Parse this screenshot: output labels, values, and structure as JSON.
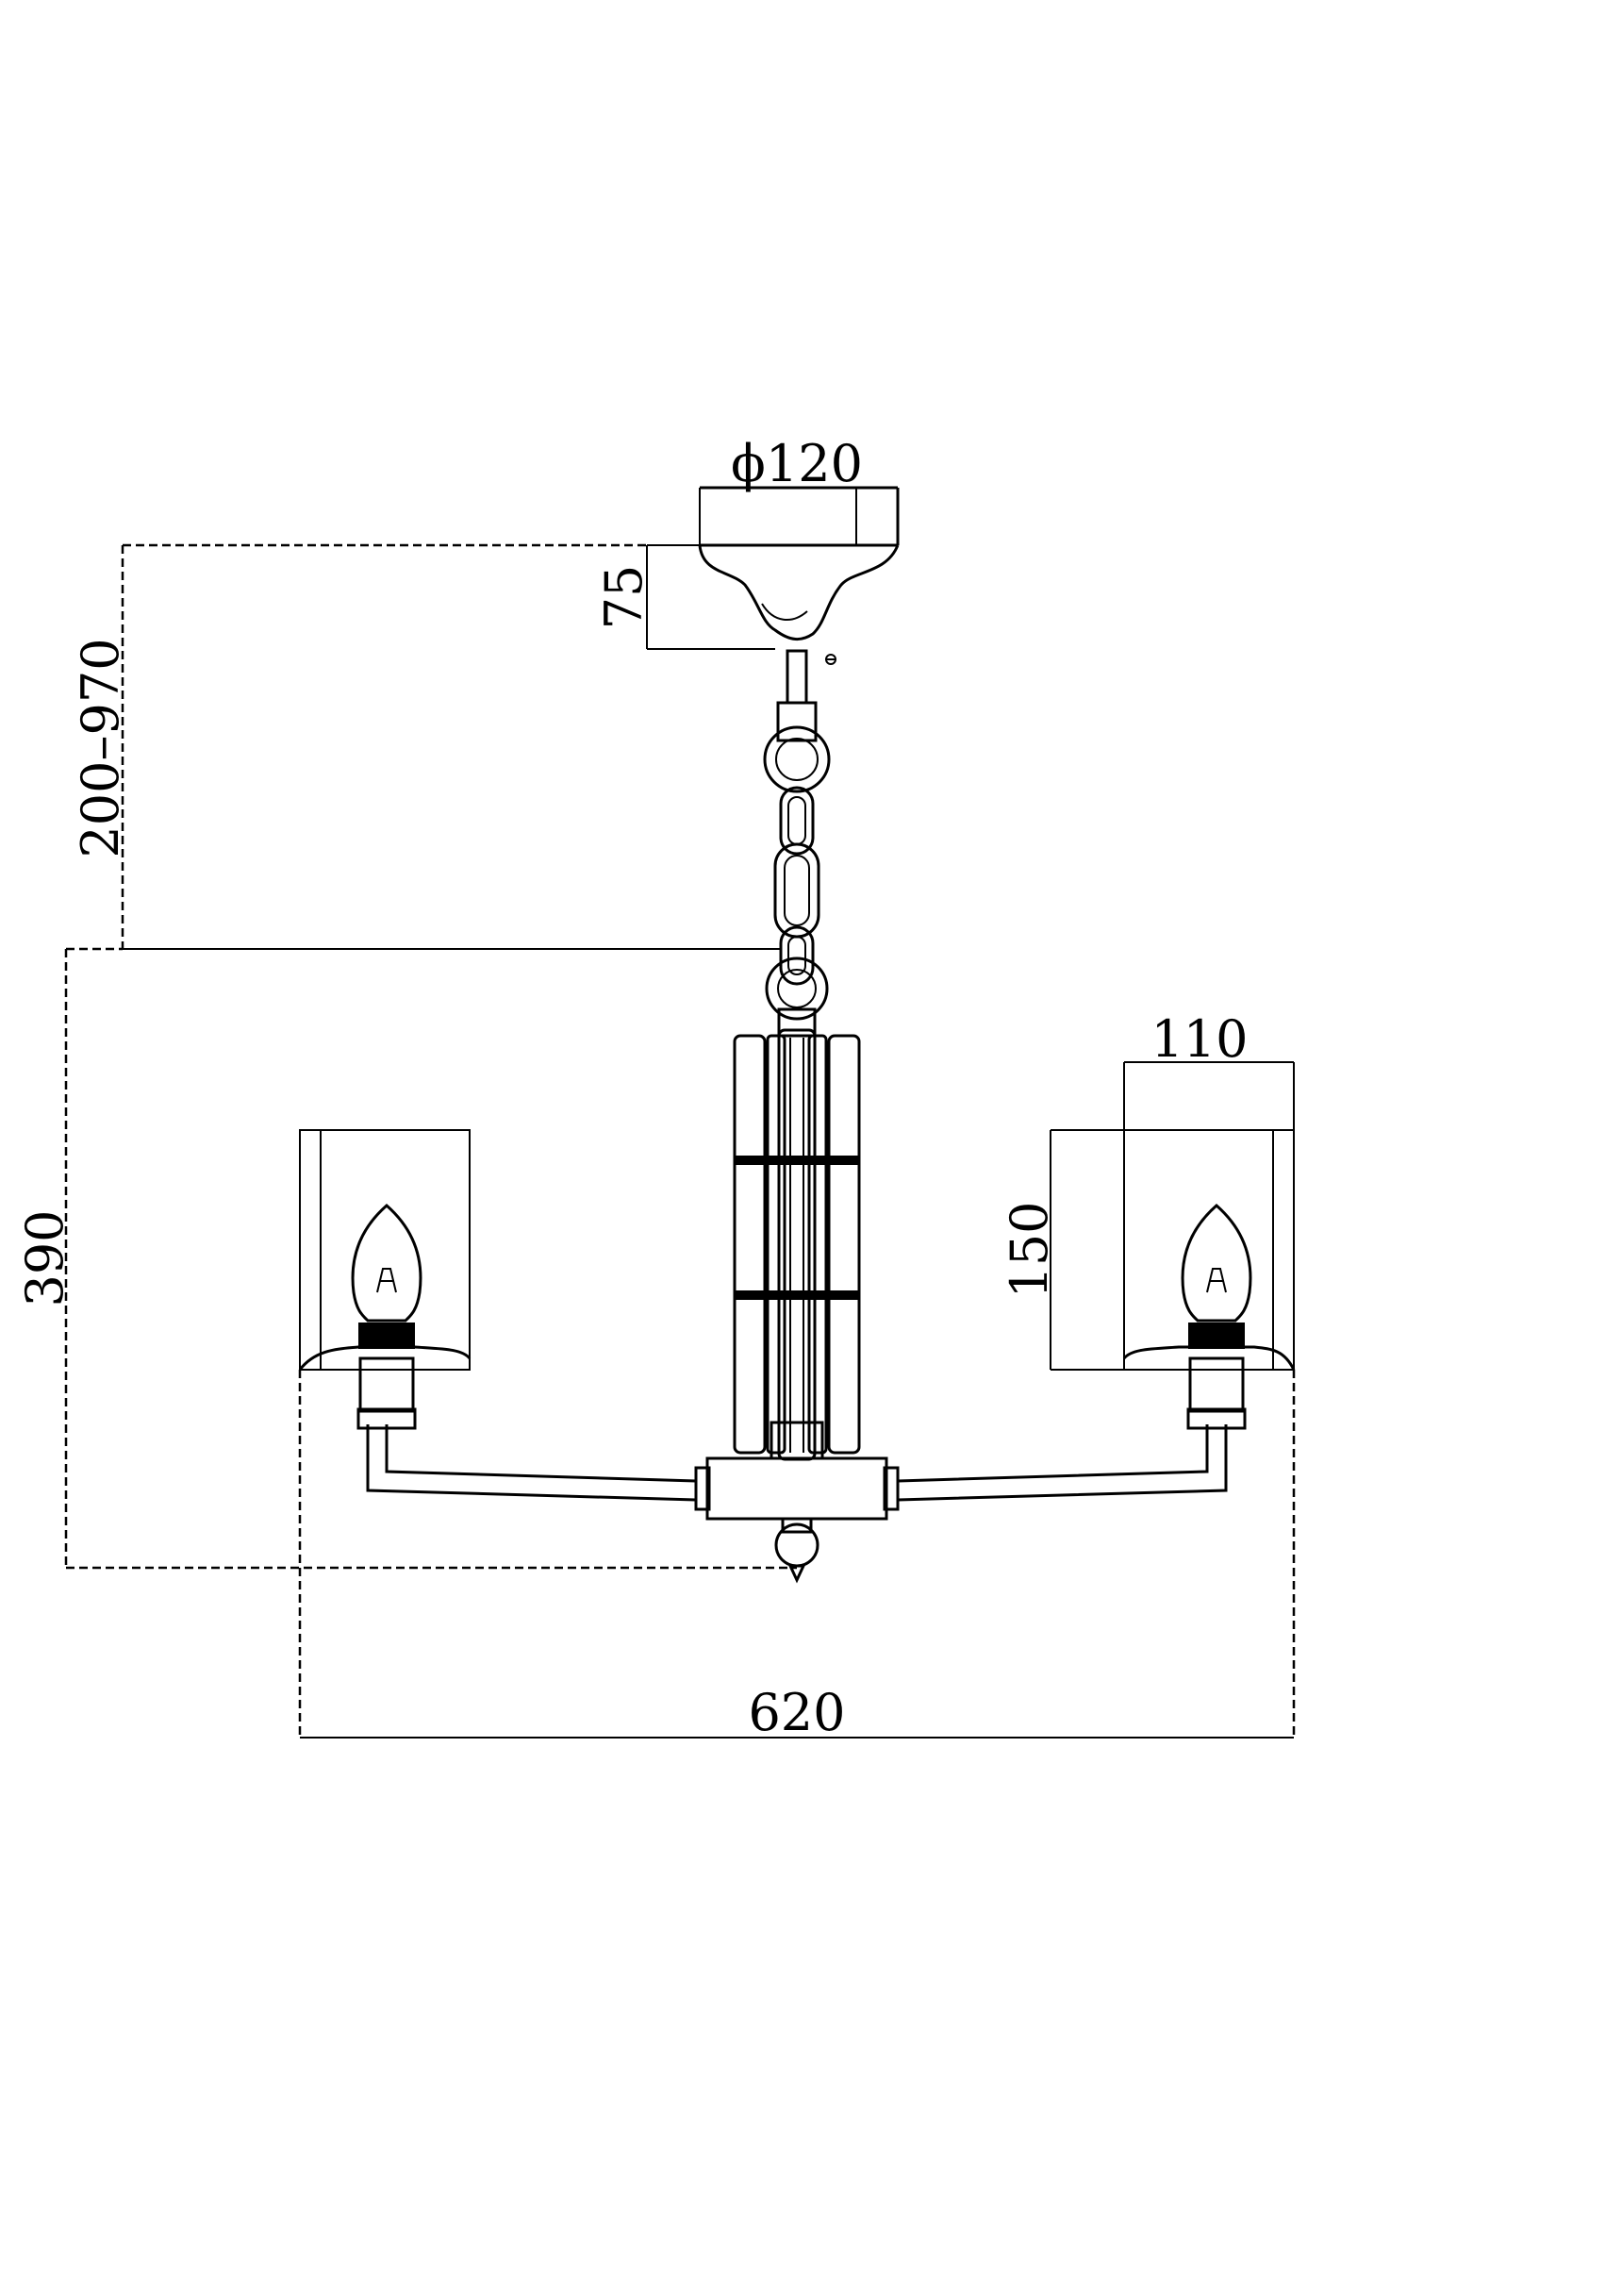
{
  "drawing": {
    "dimensions": {
      "canopy_diameter": "ϕ120",
      "canopy_height": "75",
      "chain_length": "200–970",
      "body_height": "390",
      "shade_width": "110",
      "shade_height": "150",
      "overall_width": "620"
    },
    "colors": {
      "line": "#000000",
      "background": "#ffffff"
    }
  }
}
